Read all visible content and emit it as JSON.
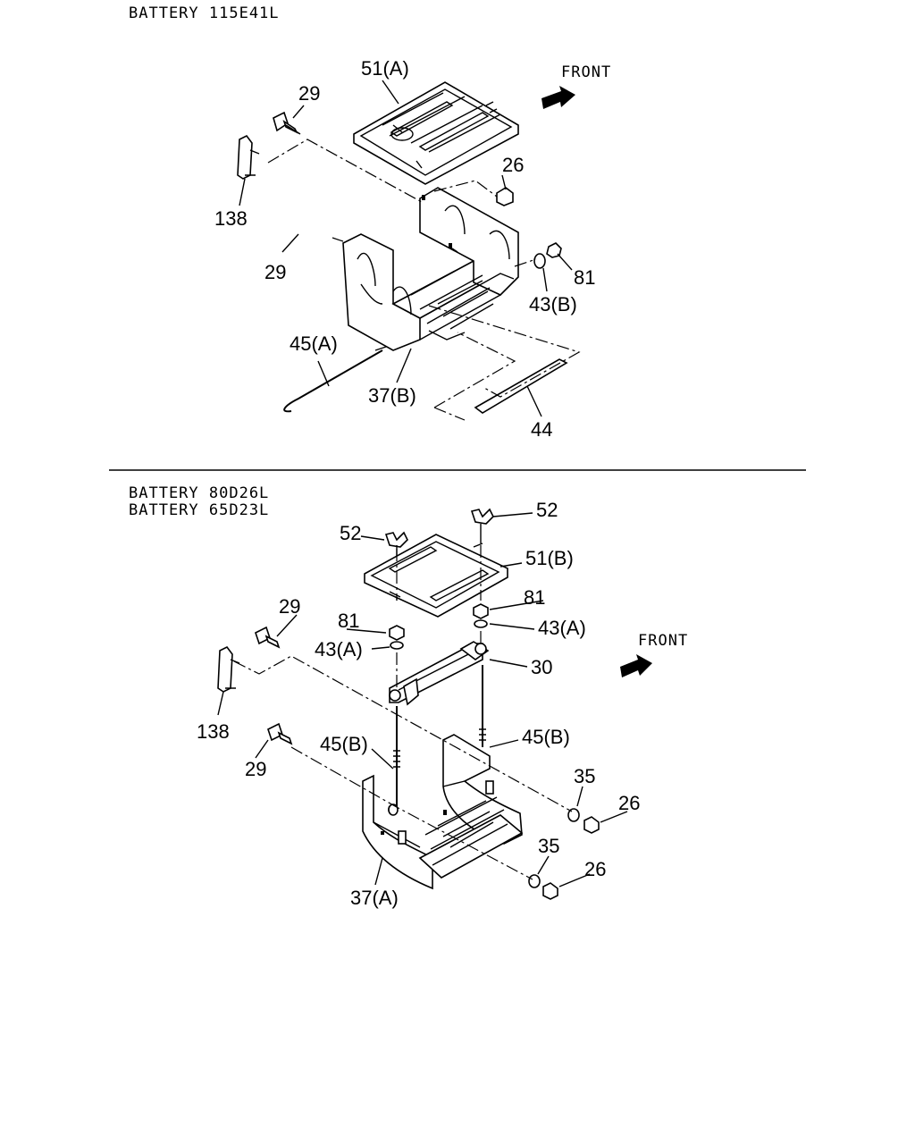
{
  "sections": [
    {
      "headers": [
        "BATTERY 115E41L"
      ],
      "front_label": "FRONT",
      "callouts": [
        "51(A)",
        "29",
        "26",
        "138",
        "29",
        "81",
        "43(B)",
        "45(A)",
        "37(B)",
        "44"
      ]
    },
    {
      "headers": [
        "BATTERY 80D26L",
        "BATTERY 65D23L"
      ],
      "front_label": "FRONT",
      "callouts": [
        "52",
        "52",
        "51(B)",
        "81",
        "29",
        "81",
        "43(A)",
        "43(A)",
        "30",
        "138",
        "45(B)",
        "45(B)",
        "29",
        "35",
        "26",
        "35",
        "26",
        "37(A)"
      ]
    }
  ],
  "icons": [
    "front-arrow-icon"
  ]
}
